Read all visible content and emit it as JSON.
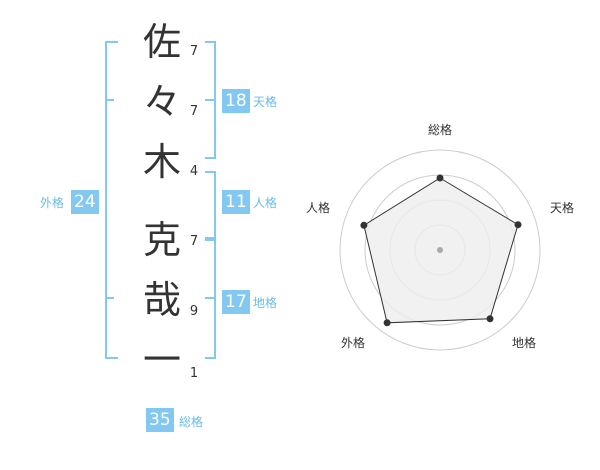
{
  "name_chars": [
    {
      "char": "佐",
      "strokes": "7"
    },
    {
      "char": "々",
      "strokes": "7"
    },
    {
      "char": "木",
      "strokes": "4"
    },
    {
      "char": "克",
      "strokes": "7"
    },
    {
      "char": "哉",
      "strokes": "9"
    },
    {
      "char": "一",
      "strokes": "1"
    }
  ],
  "kaku": {
    "tenkaku": {
      "value": "18",
      "label": "天格"
    },
    "jinkaku": {
      "value": "11",
      "label": "人格"
    },
    "chikaku": {
      "value": "17",
      "label": "地格"
    },
    "gaikaku": {
      "value": "24",
      "label": "外格"
    },
    "soukaku": {
      "value": "35",
      "label": "総格"
    }
  },
  "chart_data": {
    "type": "radar",
    "axes": [
      "総格",
      "天格",
      "地格",
      "外格",
      "人格"
    ],
    "values": [
      0.72,
      0.82,
      0.85,
      0.9,
      0.8
    ],
    "rings": 4,
    "colors": {
      "fill": "#eeeeee",
      "stroke": "#333333",
      "point": "#333333",
      "ring": "#cccccc",
      "center": "#aaaaaa"
    }
  },
  "colors": {
    "accent": "#82c8f0",
    "accent_text": "#6bbbe8",
    "bracket": "#82c8f0"
  }
}
